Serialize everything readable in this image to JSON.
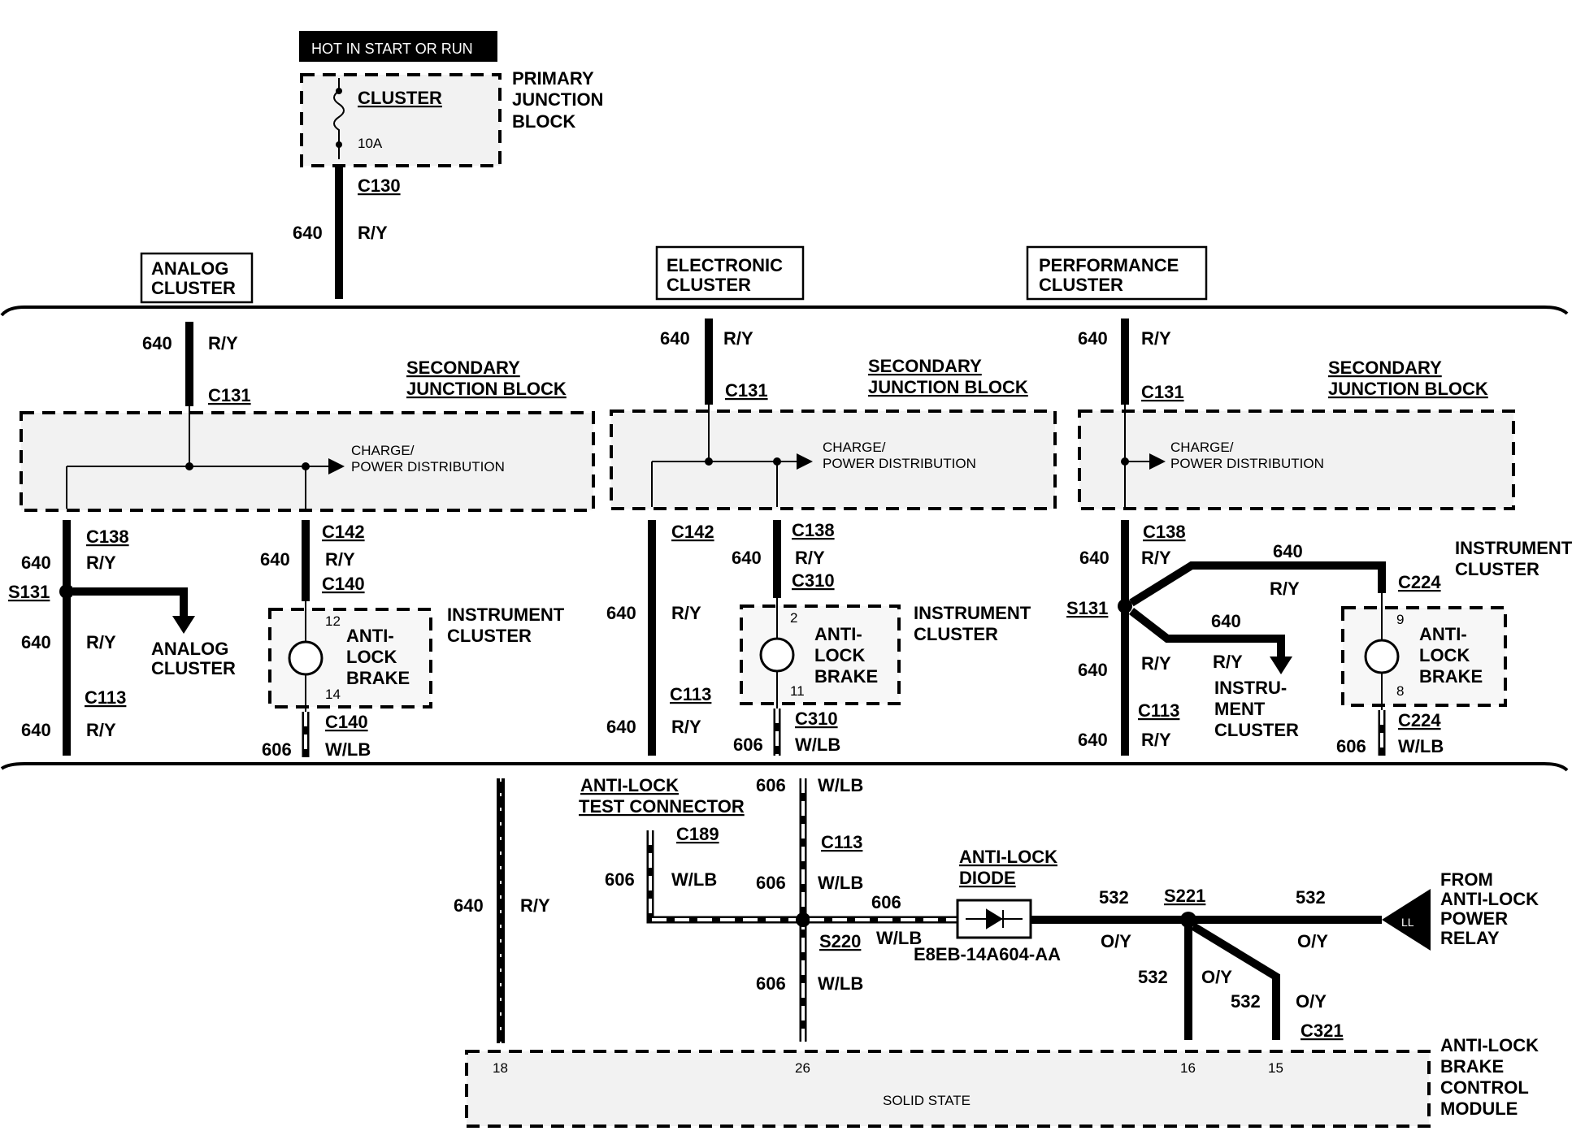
{
  "header": {
    "power_label": "HOT IN START OR RUN"
  },
  "primary_junction_block": {
    "title_lines": [
      "PRIMARY",
      "JUNCTION",
      "BLOCK"
    ],
    "fuse_name": "CLUSTER",
    "fuse_rating": "10A",
    "connector": "C130",
    "circuit": "640",
    "color": "R/Y"
  },
  "variants": {
    "analog": {
      "lines": [
        "ANALOG",
        "CLUSTER"
      ]
    },
    "electronic": {
      "lines": [
        "ELECTRONIC",
        "CLUSTER"
      ]
    },
    "performance": {
      "lines": [
        "PERFORMANCE",
        "CLUSTER"
      ]
    }
  },
  "secondary_junction_block": {
    "title_lines": [
      "SECONDARY",
      "JUNCTION BLOCK"
    ],
    "dist_lines": [
      "CHARGE/",
      "POWER DISTRIBUTION"
    ]
  },
  "analog": {
    "in_circuit": "640",
    "in_color": "R/Y",
    "in_connector": "C131",
    "left_connector": "C138",
    "left_circuit": "640",
    "left_color": "R/Y",
    "splice": "S131",
    "branch_lines": [
      "ANALOG",
      "CLUSTER"
    ],
    "lower_circuit": "640",
    "lower_color": "R/Y",
    "bottom_connector": "C113",
    "bottom_circuit": "640",
    "bottom_color": "R/Y",
    "right_connector_top": "C142",
    "right_circuit": "640",
    "right_color": "R/Y",
    "right_connector_mid": "C140",
    "lamp_pin_top": "12",
    "lamp_pin_bottom": "14",
    "lamp_lines": [
      "ANTI-",
      "LOCK",
      "BRAKE"
    ],
    "cluster_lines": [
      "INSTRUMENT",
      "CLUSTER"
    ],
    "right_connector_bottom": "C140",
    "out_circuit": "606",
    "out_color": "W/LB"
  },
  "electronic": {
    "in_circuit": "640",
    "in_color": "R/Y",
    "in_connector": "C131",
    "left_connector": "C142",
    "left_circuit": "640",
    "left_color": "R/Y",
    "left_bottom_connector": "C113",
    "left_bottom_circuit": "640",
    "left_bottom_color": "R/Y",
    "right_connector_top": "C138",
    "right_circuit": "640",
    "right_color": "R/Y",
    "right_connector_mid": "C310",
    "lamp_pin_top": "2",
    "lamp_pin_bottom": "11",
    "lamp_lines": [
      "ANTI-",
      "LOCK",
      "BRAKE"
    ],
    "cluster_lines": [
      "INSTRUMENT",
      "CLUSTER"
    ],
    "right_connector_bottom": "C310",
    "out_circuit": "606",
    "out_color": "W/LB"
  },
  "performance": {
    "in_circuit": "640",
    "in_color": "R/Y",
    "in_connector": "C131",
    "top_connector": "C138",
    "top_circuit": "640",
    "top_color": "R/Y",
    "splice": "S131",
    "upper_branch_circuit": "640",
    "upper_branch_color": "R/Y",
    "mid_branch_circuit": "640",
    "mid_branch_color": "R/Y",
    "branch_lines": [
      "INSTRU-",
      "MENT",
      "CLUSTER"
    ],
    "lower_circuit": "640",
    "lower_color": "R/Y",
    "bottom_connector": "C113",
    "bottom_circuit": "640",
    "bottom_color": "R/Y",
    "right_connector_top": "C224",
    "cluster_lines": [
      "INSTRUMENT",
      "CLUSTER"
    ],
    "lamp_pin_top": "9",
    "lamp_pin_bottom": "8",
    "lamp_lines": [
      "ANTI-",
      "LOCK",
      "BRAKE"
    ],
    "right_connector_bottom": "C224",
    "out_circuit": "606",
    "out_color": "W/LB"
  },
  "lower": {
    "left_circuit": "640",
    "left_color": "R/Y",
    "test_connector_lines": [
      "ANTI-LOCK",
      "TEST CONNECTOR"
    ],
    "test_connector": "C189",
    "test_circuit": "606",
    "test_color": "W/LB",
    "top_circuit": "606",
    "top_color": "W/LB",
    "mid_connector": "C113",
    "mid_circuit": "606",
    "mid_color": "W/LB",
    "splice_s220": "S220",
    "diode_in_circuit": "606",
    "diode_in_color": "W/LB",
    "diode_lines": [
      "ANTI-LOCK",
      "DIODE"
    ],
    "diode_part": "E8EB-14A604-AA",
    "diode_out_circuit": "532",
    "diode_out_color": "O/Y",
    "splice_s221": "S221",
    "relay_circuit": "532",
    "relay_color": "O/Y",
    "relay_lines": [
      "FROM",
      "ANTI-LOCK",
      "POWER",
      "RELAY"
    ],
    "relay_connector_mark": "LL",
    "s221_down_circuit": "532",
    "s221_down_color": "O/Y",
    "s221_diag_circuit": "532",
    "s221_diag_color": "O/Y",
    "s220_down_circuit": "606",
    "s220_down_color": "W/LB",
    "module_connector": "C321",
    "module_pins": [
      "18",
      "26",
      "16",
      "15"
    ],
    "module_lines": [
      "ANTI-LOCK",
      "BRAKE",
      "CONTROL",
      "MODULE"
    ],
    "module_inner": "SOLID STATE"
  }
}
